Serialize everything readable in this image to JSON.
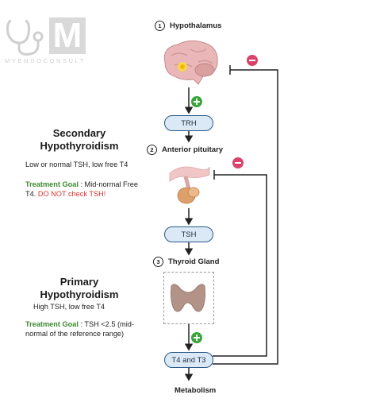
{
  "logo": {
    "letter": "M",
    "brand": "MYENDOCONSULT"
  },
  "steps": [
    {
      "number": "1",
      "label": "Hypothalamus"
    },
    {
      "number": "2",
      "label": "Anterior pituitary"
    },
    {
      "number": "3",
      "label": "Thyroid Gland"
    }
  ],
  "hormones": {
    "trh": "TRH",
    "tsh": "TSH",
    "t4t3": "T4 and T3"
  },
  "final": "Metabolism",
  "signs": {
    "plus": "+",
    "minus": "−"
  },
  "secondary": {
    "title_line1": "Secondary",
    "title_line2": "Hypothyroidism",
    "finding": "Low or normal TSH, low free T4",
    "goal_label": "Treatment Goal",
    "goal_text": " : Mid-normal Free T4. ",
    "goal_warning": "DO NOT check TSH!"
  },
  "primary": {
    "title_line1": "Primary",
    "title_line2": "Hypothyroidism",
    "finding": "High TSH, low free T4",
    "goal_label": "Treatment Goal",
    "goal_text": " : TSH <2.5 (mid-normal of the reference range)"
  },
  "colors": {
    "arrow": "#222222",
    "pill_border": "#2b5a8a",
    "pill_fill": "#dbe9f6",
    "plus": "#3aa63a",
    "minus": "#d9436a",
    "goal": "#3b8a2e",
    "warning": "#dd3333"
  }
}
